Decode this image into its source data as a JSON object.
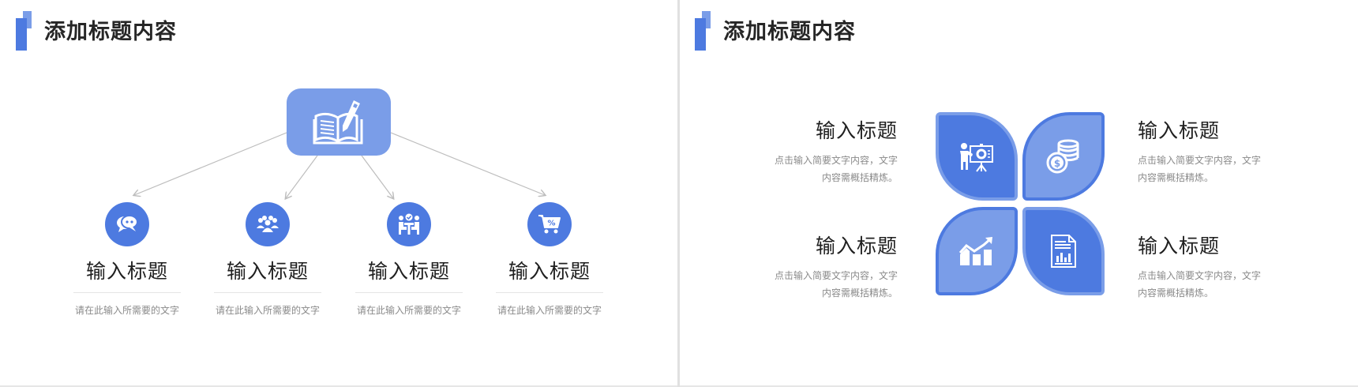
{
  "colors": {
    "primary": "#4d7ae0",
    "secondary": "#7a9de8",
    "title": "#262626",
    "muted": "#8a8a8a",
    "connector": "#bdbdbd"
  },
  "left_slide": {
    "title": "添加标题内容",
    "hub": {
      "icon": "book-pencil-icon"
    },
    "nodes": [
      {
        "icon": "chat-bubbles-icon",
        "title": "输入标题",
        "desc": "请在此输入所需要的文字"
      },
      {
        "icon": "people-group-icon",
        "title": "输入标题",
        "desc": "请在此输入所需要的文字"
      },
      {
        "icon": "team-meeting-check-icon",
        "title": "输入标题",
        "desc": "请在此输入所需要的文字"
      },
      {
        "icon": "shopping-cart-percent-icon",
        "title": "输入标题",
        "desc": "请在此输入所需要的文字"
      }
    ]
  },
  "right_slide": {
    "title": "添加标题内容",
    "petals": [
      {
        "icon": "presentation-board-icon"
      },
      {
        "icon": "coins-dollar-icon"
      },
      {
        "icon": "growth-chart-icon"
      },
      {
        "icon": "report-document-icon"
      }
    ],
    "items": [
      {
        "title": "输入标题",
        "desc": "点击输入简要文字内容，文字内容需概括精炼。"
      },
      {
        "title": "输入标题",
        "desc": "点击输入简要文字内容，文字内容需概括精炼。"
      },
      {
        "title": "输入标题",
        "desc": "点击输入简要文字内容，文字内容需概括精炼。"
      },
      {
        "title": "输入标题",
        "desc": "点击输入简要文字内容，文字内容需概括精炼。"
      }
    ]
  }
}
